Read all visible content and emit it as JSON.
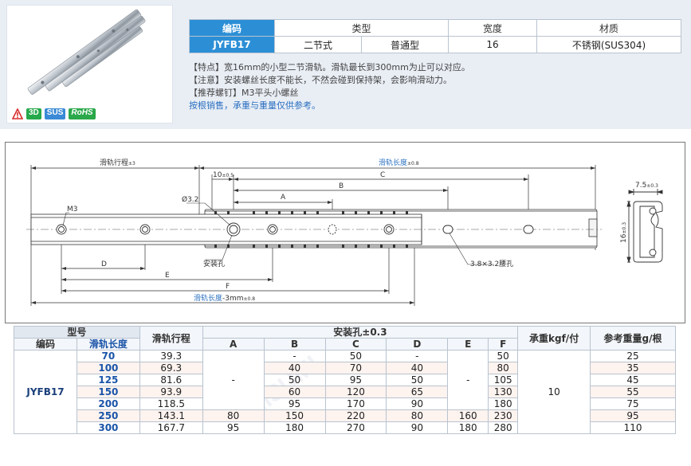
{
  "spec_table": {
    "headers": [
      "编码",
      "类型",
      "宽度",
      "材质"
    ],
    "row": {
      "code": "JYFB17",
      "type1": "二节式",
      "type2": "普通型",
      "width": "16",
      "material": "不锈钢(SUS304)"
    }
  },
  "badges": {
    "warn": "⚠",
    "d3": "3D",
    "sus": "SUS",
    "rohs": "RoHS"
  },
  "notes": [
    "【特点】宽16mm的小型二节滑轨。滑轨最长到300mm为止可以对应。",
    "【注意】安装螺丝长度不能长，不然会碰到保持架，会影响滑动力。",
    "【推荐螺钉】M3平头小螺丝",
    "按根销售，承重与重量仅供参考。"
  ],
  "drawing": {
    "stroke_label": "滑轨行程",
    "stroke_tol": "±3",
    "length_label": "滑轨长度",
    "length_tol": "±0.8",
    "d10": "10",
    "d10_tol": "±0.5",
    "dC": "C",
    "dB": "B",
    "dA": "A",
    "hole_dia": "Ø3.2",
    "m3": "M3",
    "install_hole": "安装孔",
    "slot": "3.8×3.2腰孔",
    "dD": "D",
    "dE": "E",
    "dF": "F",
    "bottom_len_label": "滑轨长度",
    "bottom_len_suffix": "-3mm",
    "bottom_len_tol": "±0.8",
    "w75": "7.5",
    "w75_tol": "±0.3",
    "h16": "16",
    "h16_tol": "±0.3"
  },
  "data_table": {
    "group_model": "型号",
    "col_code": "编码",
    "col_length": "滑轨长度",
    "col_stroke": "滑轨行程",
    "group_holes": "安装孔±0.3",
    "col_A": "A",
    "col_B": "B",
    "col_C": "C",
    "col_D": "D",
    "col_E": "E",
    "col_F": "F",
    "col_load": "承重kgf/付",
    "col_weight": "参考重量g/根",
    "code": "JYFB17",
    "a_dash": "-",
    "e_dash": "-",
    "load": "10",
    "rows": [
      {
        "length": "70",
        "stroke": "39.3",
        "A": "",
        "B": "-",
        "C": "50",
        "D": "-",
        "E": "",
        "F": "50",
        "weight": "25"
      },
      {
        "length": "100",
        "stroke": "69.3",
        "A": "",
        "B": "40",
        "C": "70",
        "D": "40",
        "E": "",
        "F": "80",
        "weight": "35"
      },
      {
        "length": "125",
        "stroke": "81.6",
        "A": "",
        "B": "50",
        "C": "95",
        "D": "50",
        "E": "",
        "F": "105",
        "weight": "45"
      },
      {
        "length": "150",
        "stroke": "93.9",
        "A": "",
        "B": "60",
        "C": "120",
        "D": "65",
        "E": "",
        "F": "130",
        "weight": "55"
      },
      {
        "length": "200",
        "stroke": "118.5",
        "A": "",
        "B": "95",
        "C": "170",
        "D": "90",
        "E": "",
        "F": "180",
        "weight": "75"
      },
      {
        "length": "250",
        "stroke": "143.1",
        "A": "80",
        "B": "150",
        "C": "220",
        "D": "80",
        "E": "160",
        "F": "230",
        "weight": "95"
      },
      {
        "length": "300",
        "stroke": "167.7",
        "A": "95",
        "B": "180",
        "C": "270",
        "D": "90",
        "E": "180",
        "F": "280",
        "weight": "110"
      }
    ]
  }
}
